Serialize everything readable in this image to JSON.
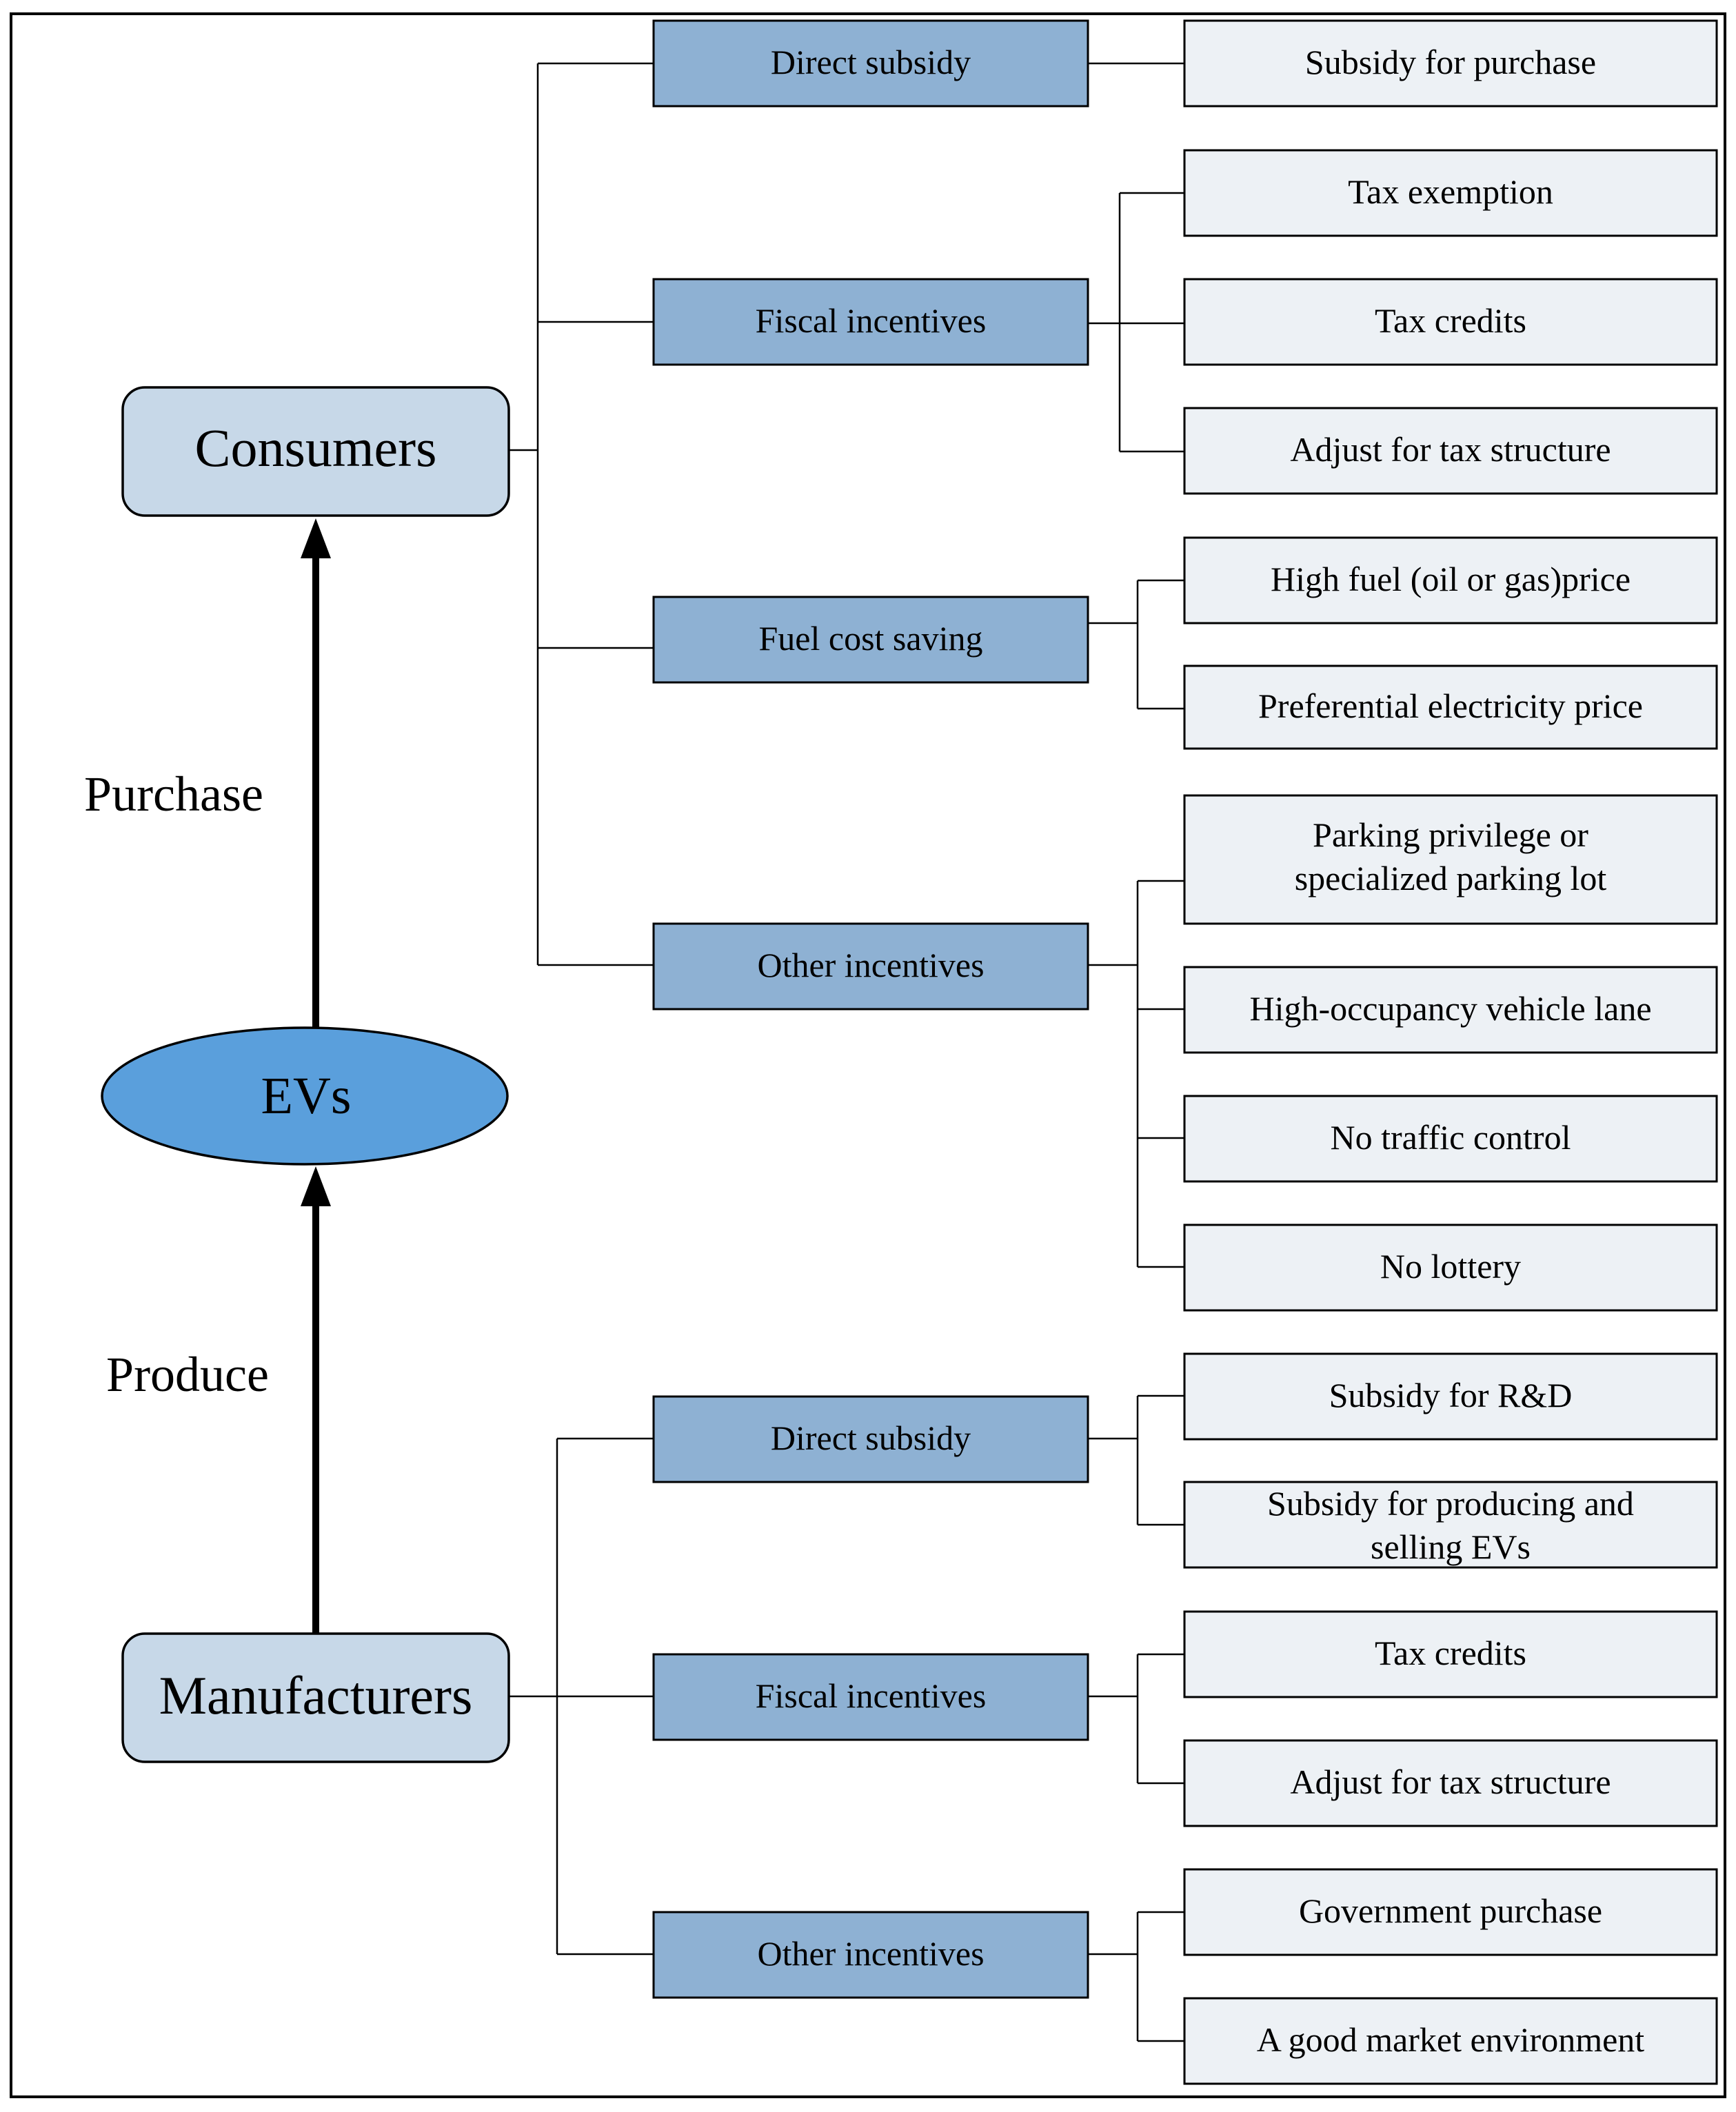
{
  "center": {
    "label": "EVs"
  },
  "actors": {
    "consumers": "Consumers",
    "manufacturers": "Manufacturers"
  },
  "flows": {
    "purchase": "Purchase",
    "produce": "Produce"
  },
  "consumers_groups": [
    {
      "label": "Direct subsidy",
      "items": [
        "Subsidy for purchase"
      ]
    },
    {
      "label": "Fiscal incentives",
      "items": [
        "Tax exemption",
        "Tax credits",
        "Adjust for tax structure"
      ]
    },
    {
      "label": "Fuel cost saving",
      "items": [
        "High fuel (oil or gas)price",
        "Preferential electricity price"
      ]
    },
    {
      "label": "Other incentives",
      "items": [
        "Parking privilege or specialized parking lot",
        "High-occupancy vehicle lane",
        "No traffic control",
        "No lottery"
      ]
    }
  ],
  "manufacturers_groups": [
    {
      "label": "Direct subsidy",
      "items": [
        "Subsidy for R&D",
        "Subsidy for producing and selling EVs"
      ]
    },
    {
      "label": "Fiscal incentives",
      "items": [
        "Tax credits",
        "Adjust for tax structure"
      ]
    },
    {
      "label": "Other incentives",
      "items": [
        "Government purchase",
        "A good market environment"
      ]
    }
  ],
  "colors": {
    "actor_fill": "#c7d8e8",
    "mid_fill": "#8eb1d3",
    "leaf_fill": "#edf1f5",
    "ev_fill": "#5a9fdc"
  }
}
